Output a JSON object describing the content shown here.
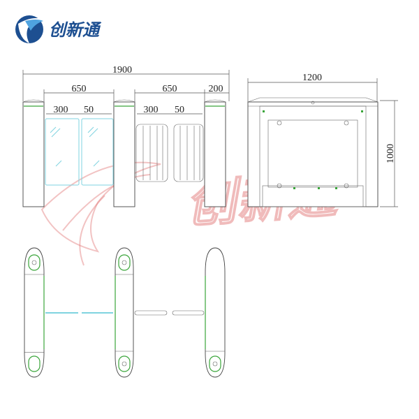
{
  "brand": {
    "name": "创新通",
    "logo_icon": "bird-wing-logo",
    "color": "#1d4f91"
  },
  "watermark": {
    "text": "创新通",
    "color": "#e37a7a"
  },
  "front_view": {
    "overall_width": "1900",
    "left_module": {
      "width": "650",
      "sub_a": "300",
      "sub_b": "50"
    },
    "right_module": {
      "width": "650",
      "sub_a": "300",
      "sub_b": "50"
    },
    "end_post": "200"
  },
  "side_view": {
    "width": "1200",
    "height": "1000"
  },
  "colors": {
    "accent": "#3aa53a",
    "glass": "#7fd3e0",
    "line": "#444444"
  }
}
